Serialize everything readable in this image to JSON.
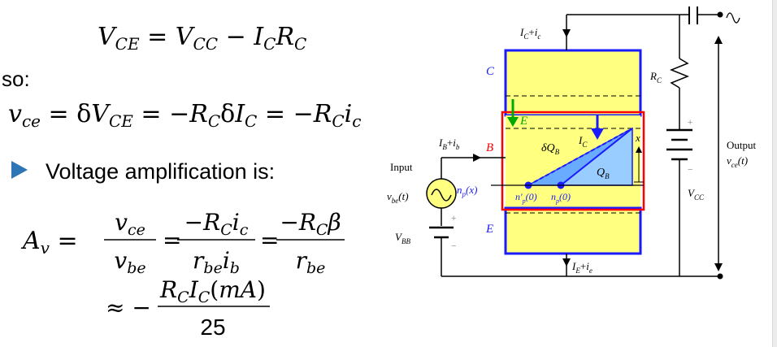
{
  "equations": {
    "vce_main": "V_CE = V_CC − I_C R_C",
    "so": "so:",
    "vce_small": "v_ce = δV_CE = −R_C δI_C = −R_C i_c",
    "bullet_text": "Voltage amplification is:",
    "av_lhs": "A_v =",
    "frac1_num": "v_ce",
    "frac1_den": "v_be",
    "frac2_num": "−R_C i_c",
    "frac2_den": "r_be i_b",
    "frac3_num": "−R_C β",
    "frac3_den": "r_be",
    "approx_num": "R_C I_C(mA)",
    "approx_den": "25"
  },
  "diagram": {
    "collector_current": "I_C+i_c",
    "emitter_current": "I_E+i_e",
    "base_current": "I_B+i_b",
    "region_c": "C",
    "region_b": "B",
    "region_e": "E",
    "field_e": "E",
    "rc": "R_C",
    "vcc": "V_CC",
    "vbb": "V_BB",
    "input": "Input",
    "vbe": "v_be(t)",
    "output": "Output",
    "vce_t": "v_ce(t)",
    "np_x": "n_p(x)",
    "np0_prime": "n'_p(0)",
    "np0": "n_p(0)",
    "ic_arrow": "I_C",
    "dqb": "δQ_B",
    "qb": "Q_B",
    "x_axis": "x",
    "plus": "+",
    "minus": "−"
  },
  "colors": {
    "yellow": "#ffff80",
    "blue_region": "#1a1aff",
    "red_box": "#ff0000",
    "light_blue": "#99ccff",
    "green_arrow": "#00aa00"
  }
}
